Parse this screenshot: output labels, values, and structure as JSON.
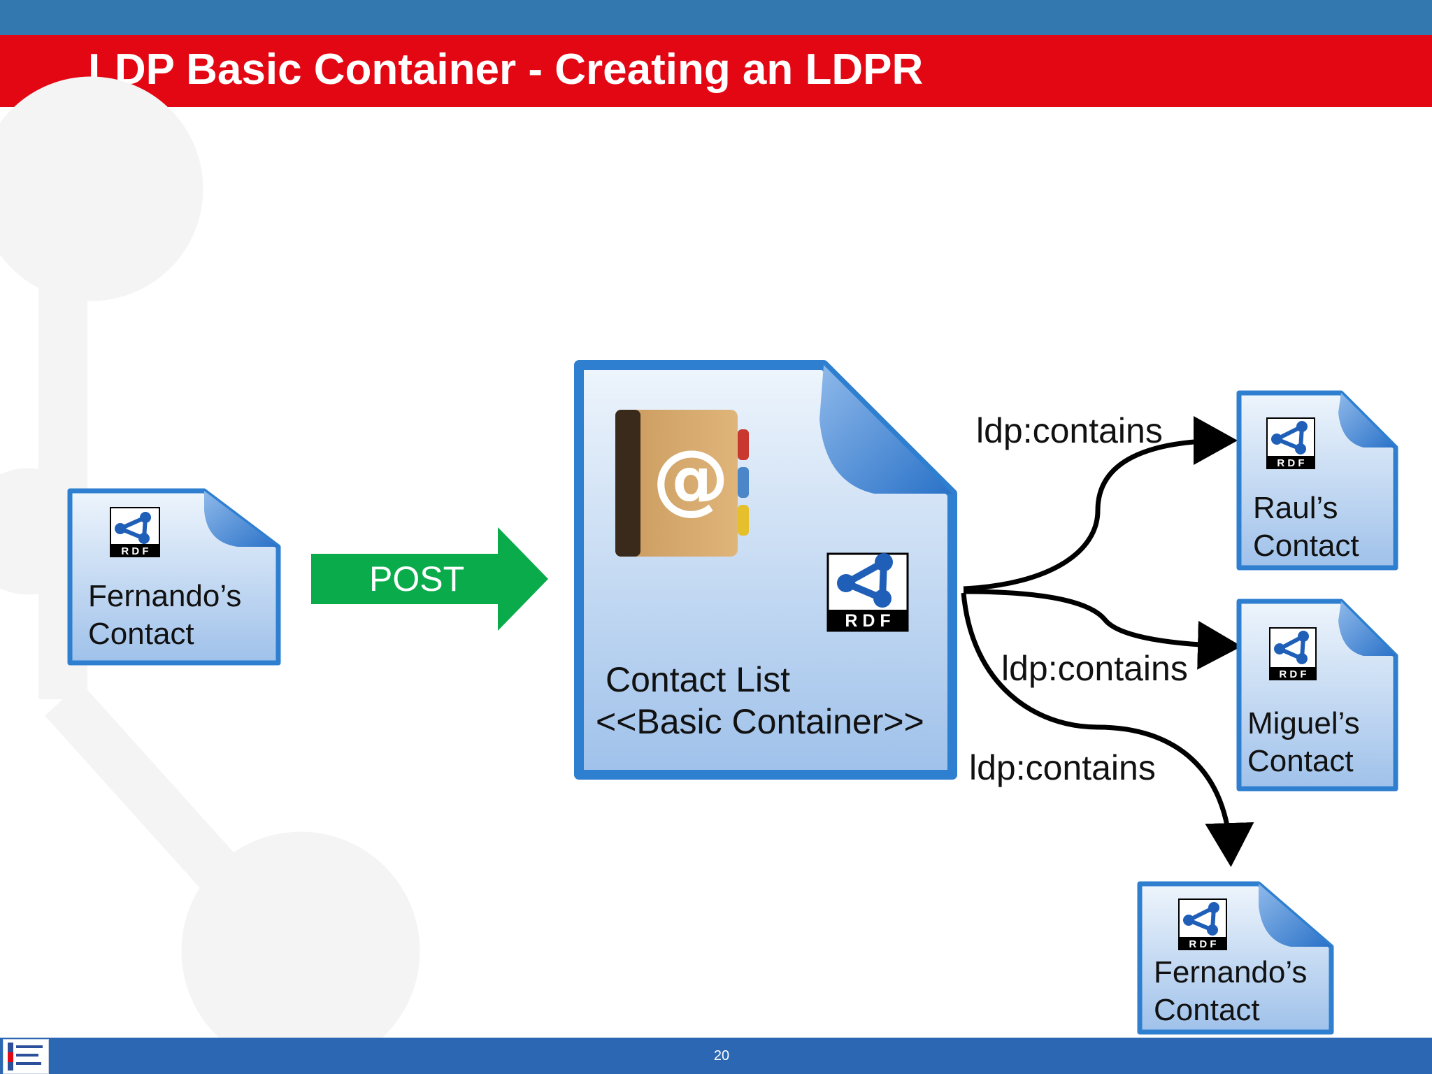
{
  "slide": {
    "title": "LDP Basic Container - Creating an LDPR",
    "page_number": "20"
  },
  "source_resource": {
    "label_line1": "Fernando’s",
    "label_line2": "Contact",
    "icon": "rdf-icon",
    "icon_text": "R D F"
  },
  "action": {
    "label": "POST",
    "color": "#0aab4b"
  },
  "container": {
    "label_line1": "Contact List",
    "label_line2": "<<Basic Container>>",
    "icons": [
      "address-book-icon",
      "rdf-icon"
    ],
    "icon_text": "R D F"
  },
  "edges": [
    {
      "label": "ldp:contains",
      "target": "Raul’s Contact"
    },
    {
      "label": "ldp:contains",
      "target": "Miguel’s Contact"
    },
    {
      "label": "ldp:contains",
      "target": "Fernando’s Contact"
    }
  ],
  "contained_resources": [
    {
      "label_line1": "Raul’s",
      "label_line2": "Contact",
      "icon_text": "R D F"
    },
    {
      "label_line1": "Miguel’s",
      "label_line2": "Contact",
      "icon_text": "R D F"
    },
    {
      "label_line1": "Fernando’s",
      "label_line2": "Contact",
      "icon_text": "R D F"
    }
  ],
  "colors": {
    "title_bar": "#e30613",
    "top_band": "#3478b0",
    "footer": "#2b67b3",
    "document_blue": "#2f7fd0"
  }
}
